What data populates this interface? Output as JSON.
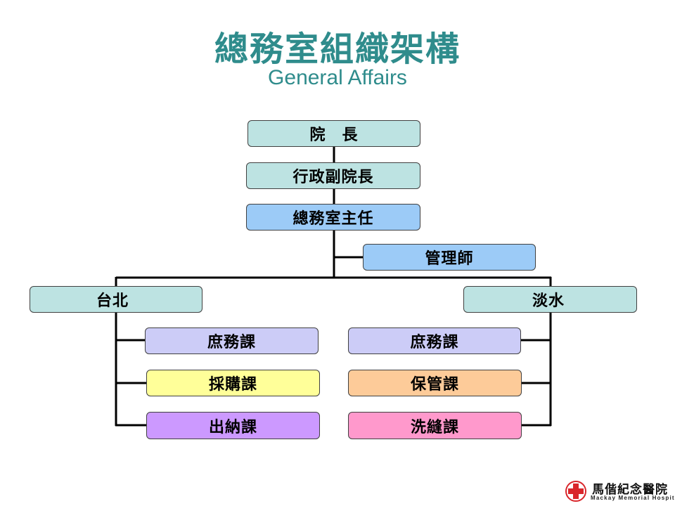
{
  "title": "總務室組織架構",
  "subtitle": "General Affairs",
  "colors": {
    "title": "#2f8c8c",
    "teal_box": "#bde3e2",
    "blue_box": "#9ccbf7",
    "lavender_box": "#ccccf7",
    "yellow_box": "#ffff99",
    "purple_box": "#cc99ff",
    "orange_box": "#fdcb99",
    "pink_box": "#ff99cc",
    "line": "#000000",
    "logo_red": "#d9262b"
  },
  "nodes": {
    "president": "院　長",
    "vice_president": "行政副院長",
    "director": "總務室主任",
    "administrator": "管理師",
    "taipei": "台北",
    "tamsui": "淡水",
    "taipei_general": "庶務課",
    "taipei_procurement": "採購課",
    "taipei_cashier": "出納課",
    "tamsui_general": "庶務課",
    "tamsui_custody": "保管課",
    "tamsui_laundry": "洗縫課"
  },
  "logo": {
    "name": "馬偕紀念醫院",
    "english": "Mackay Memorial Hospital",
    "icon": "red-cross-icon"
  }
}
